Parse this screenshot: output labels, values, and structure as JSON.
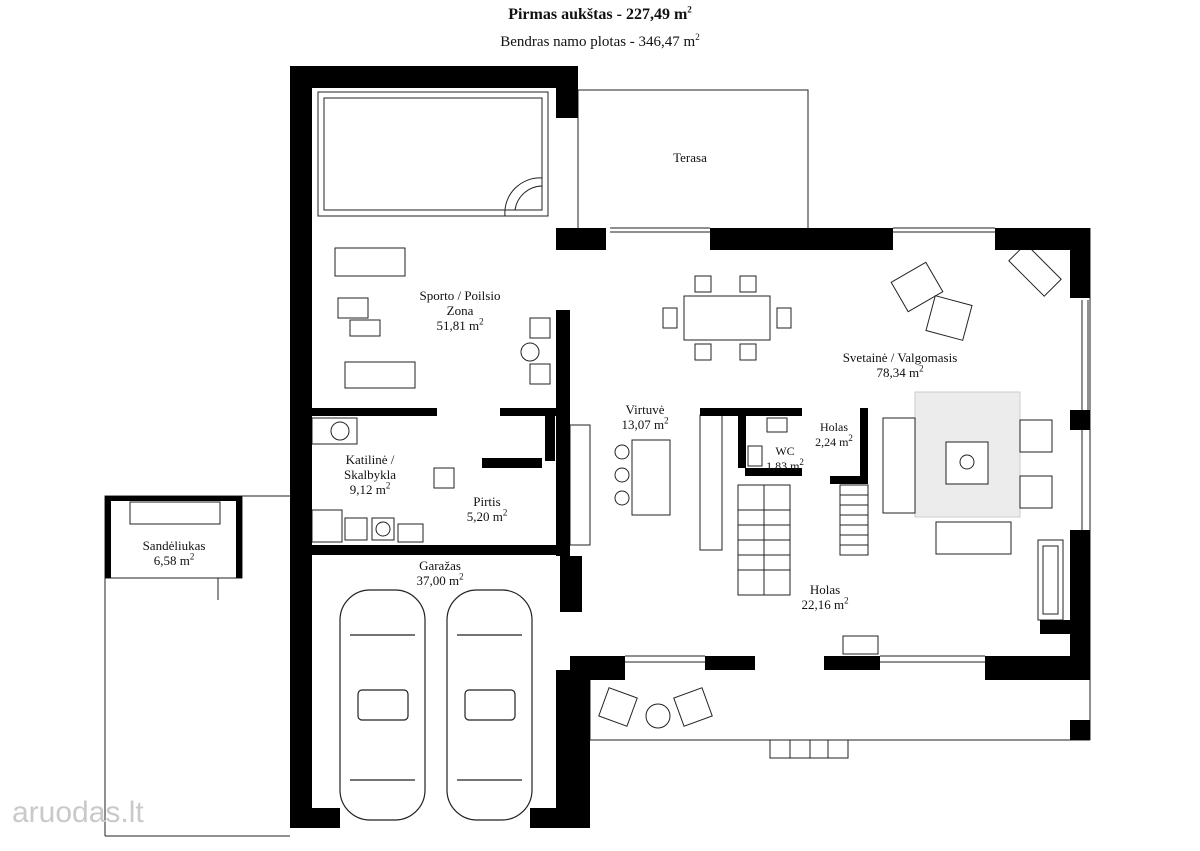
{
  "header": {
    "title": "Pirmas aukštas - 227,49 m",
    "title_sup": "2",
    "subtitle": "Bendras namo plotas - 346,47 m",
    "subtitle_sup": "2"
  },
  "rooms": [
    {
      "id": "terasa",
      "name": "Terasa",
      "area": ""
    },
    {
      "id": "sporto",
      "name_line1": "Sporto / Poilsio",
      "name_line2": "Zona",
      "area": "51,81 m",
      "sup": "2"
    },
    {
      "id": "svetaine",
      "name": "Svetainė / Valgomasis",
      "area": "78,34 m",
      "sup": "2"
    },
    {
      "id": "virtuve",
      "name": "Virtuvė",
      "area": "13,07 m",
      "sup": "2"
    },
    {
      "id": "holas_small",
      "name": "Holas",
      "area": "2,24 m",
      "sup": "2"
    },
    {
      "id": "wc",
      "name": "WC",
      "area": "1,83 m",
      "sup": "2"
    },
    {
      "id": "katiline",
      "name_line1": "Katilinė /",
      "name_line2": "Skalbykla",
      "area": "9,12 m",
      "sup": "2"
    },
    {
      "id": "pirtis",
      "name": "Pirtis",
      "area": "5,20 m",
      "sup": "2"
    },
    {
      "id": "sandeliukas",
      "name": "Sandėliukas",
      "area": "6,58 m",
      "sup": "2"
    },
    {
      "id": "garazas",
      "name": "Garažas",
      "area": "37,00 m",
      "sup": "2"
    },
    {
      "id": "holas_big",
      "name": "Holas",
      "area": "22,16 m",
      "sup": "2"
    }
  ],
  "watermark": {
    "text": "aruodas.lt"
  },
  "colors": {
    "wall": "#000000",
    "line": "#222222",
    "rug": "#ececec",
    "watermark": "#c9c9c9"
  }
}
